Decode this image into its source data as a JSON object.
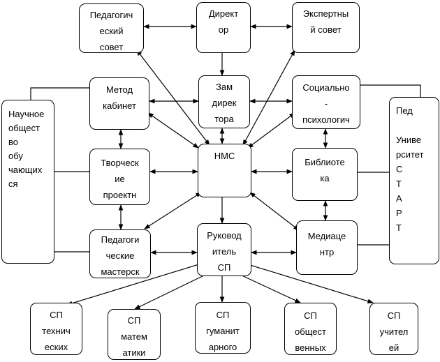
{
  "nodes": {
    "ped_sovet": "Педагогич\nеский\nсовет",
    "director": "Директ\nор",
    "expert": "Экспертны\nй совет",
    "metod": "Метод\nкабинет",
    "zam": "Зам\nдирек\nтора",
    "social": "Социально\n-\nпсихологич",
    "nauch": "Научное\nобщест\nво\nобу\nчающих\nся",
    "ped_univ": "Пед\n\nУниве\nрситет\nС\nТ\nА\nР\nТ",
    "tvorch": "Творческ\nие\nпроектн",
    "nms": "НМС",
    "biblio": "Библиоте\nка",
    "ped_mast": "Педагоги\nческие\nмастерск",
    "ruk": "Руковод\nитель\nСП",
    "media": "Медиаце\nнтр",
    "sp_tech": "СП\nтехнич\nеских",
    "sp_math": "СП\nматем\nатики",
    "sp_gum": "СП\nгуманит\nарного",
    "sp_obsh": "СП\nобщест\nвенных",
    "sp_uch": "СП\nучител\nей"
  }
}
